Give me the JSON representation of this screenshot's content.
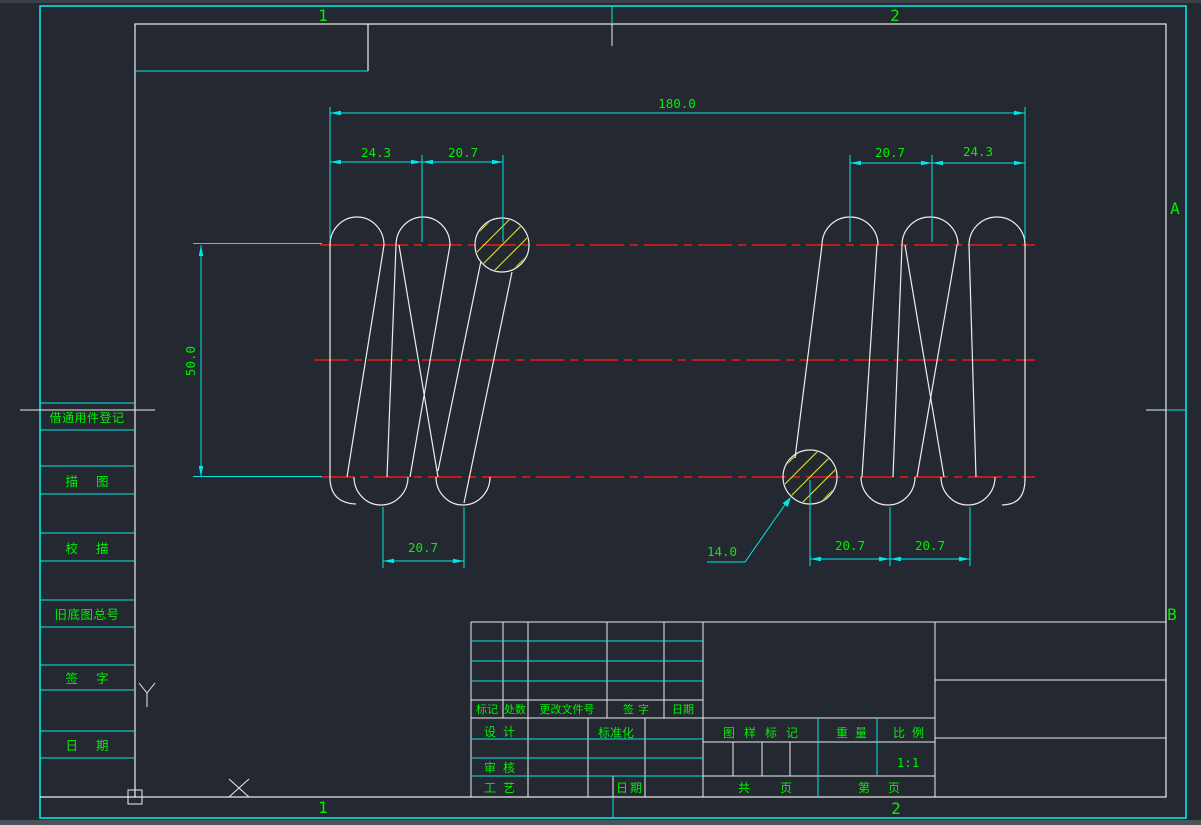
{
  "app": {
    "background": "#242831"
  },
  "zones": {
    "col1": "1",
    "col2": "2",
    "rowA": "A",
    "rowB": "B"
  },
  "dimensions": {
    "total_length": "180.0",
    "top_left_end": "24.3",
    "top_left_pitch": "20.7",
    "top_right_pitch": "20.7",
    "top_right_end": "24.3",
    "outer_diameter": "50.0",
    "bottom_left_pitch": "20.7",
    "bottom_right_pitch_a": "20.7",
    "bottom_right_pitch_b": "20.7",
    "wire_diameter": "14.0"
  },
  "sidebar": {
    "items": [
      "借通用件登记",
      "描图",
      "校描",
      "旧底图总号",
      "签字",
      "日期"
    ]
  },
  "title_block": {
    "revision_columns": [
      "标记",
      "处数",
      "更改文件号",
      "签字",
      "日期"
    ],
    "design_label": "设计",
    "standardization_label": "标准化",
    "audit_label": "审核",
    "process_label": "工艺",
    "date_label": "日期",
    "drawing_mark_label": "图样标记",
    "weight_label": "重量",
    "scale_label": "比例",
    "scale_value": "1:1",
    "total_pages_label": "共页",
    "page_number_label": "第页"
  },
  "colors": {
    "frame_cyan": "#00e6e6",
    "geometry_white": "#ededed",
    "centerline_red": "#f01818",
    "hatch_yellow": "#e0e040",
    "text_green": "#00f000"
  }
}
